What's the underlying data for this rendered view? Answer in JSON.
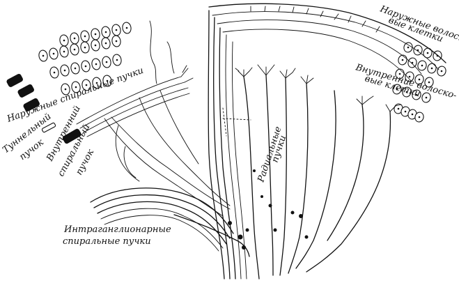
{
  "labels": {
    "outer_hair_cells_1": "Наружные волоско-",
    "outer_hair_cells_2": "вые клетки",
    "inner_hair_cells_1": "Внутренние волоско-",
    "inner_hair_cells_2": "вые клетки",
    "outer_spiral_bundles": "Наружные спиральные пучки",
    "tunnel_bundle_1": "Туннельный",
    "tunnel_bundle_2": "пучок",
    "inner_spiral_bundle_1": "Внутренний",
    "inner_spiral_bundle_2": "спиральный",
    "inner_spiral_bundle_3": "пучок",
    "radial_bundles_1": "Радиальные",
    "radial_bundles_2": "пучки",
    "intraganglionic_1": "Интраганглионарные",
    "intraganglionic_2": "спиральные пучки"
  }
}
